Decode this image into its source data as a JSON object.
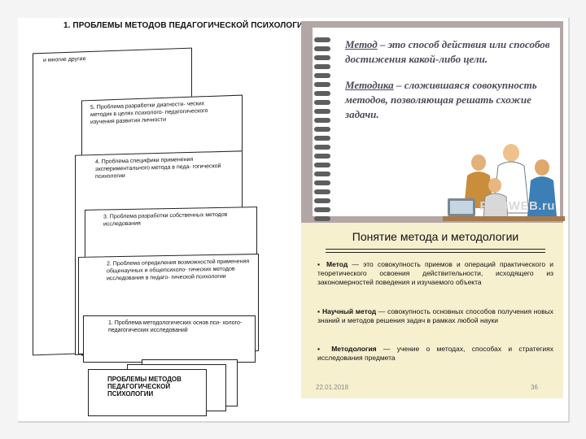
{
  "diagram": {
    "title": "1. ПРОБЛЕМЫ МЕТОДОВ ПЕДАГОГИЧЕСКОЙ ПСИХОЛОГИИ",
    "leaves": [
      "и многие другие",
      "5. Проблема разработки диагности- ческих методик в целях психолого- педагогического изучения развития личности",
      "4. Проблема специфики применения экспериментального метода в педа- гогической психологии",
      "3. Проблема разработки собственных методов исследования",
      "2. Проблема определения возможностей применения общенаучных и общепсихоло- гических методов исследования в педаго- гической психологии",
      "1. Проблема методологических основ пси- холого-педагогических исследований"
    ],
    "base_label": "ПРОБЛЕМЫ МЕТОДОВ ПЕДАГОГИЧЕСКОЙ ПСИХОЛОГИИ"
  },
  "notebook": {
    "term1": "Метод",
    "def1": " – это способ действия или способов достижения какой-либо цели.",
    "term2": "Методика",
    "def2": " – сложившаяся совокупность методов, позволяющая решать схожие задачи.",
    "watermark": "PPt4WEB.ru"
  },
  "concept": {
    "title": "Понятие метода и методологии",
    "items": [
      {
        "term": "Метод",
        "text": " — это совокупность приемов и операций практического и теоретического освоения действительности, исходящего из закономерностей поведения и изучаемого объекта"
      },
      {
        "term": "Научный метод",
        "text": " — совокупность основных способов получения новых знаний и методов решения задач в рамках любой науки"
      },
      {
        "term": "Методология",
        "text": " — учение о методах, способах и стратегиях исследования предмета"
      }
    ]
  },
  "footer": {
    "date": "22.01.2018",
    "page": "36"
  },
  "colors": {
    "notebook_frame": "#b3a7a6",
    "concept_bg": "#f7f0cf",
    "notebook_text": "#4a4a5a"
  }
}
